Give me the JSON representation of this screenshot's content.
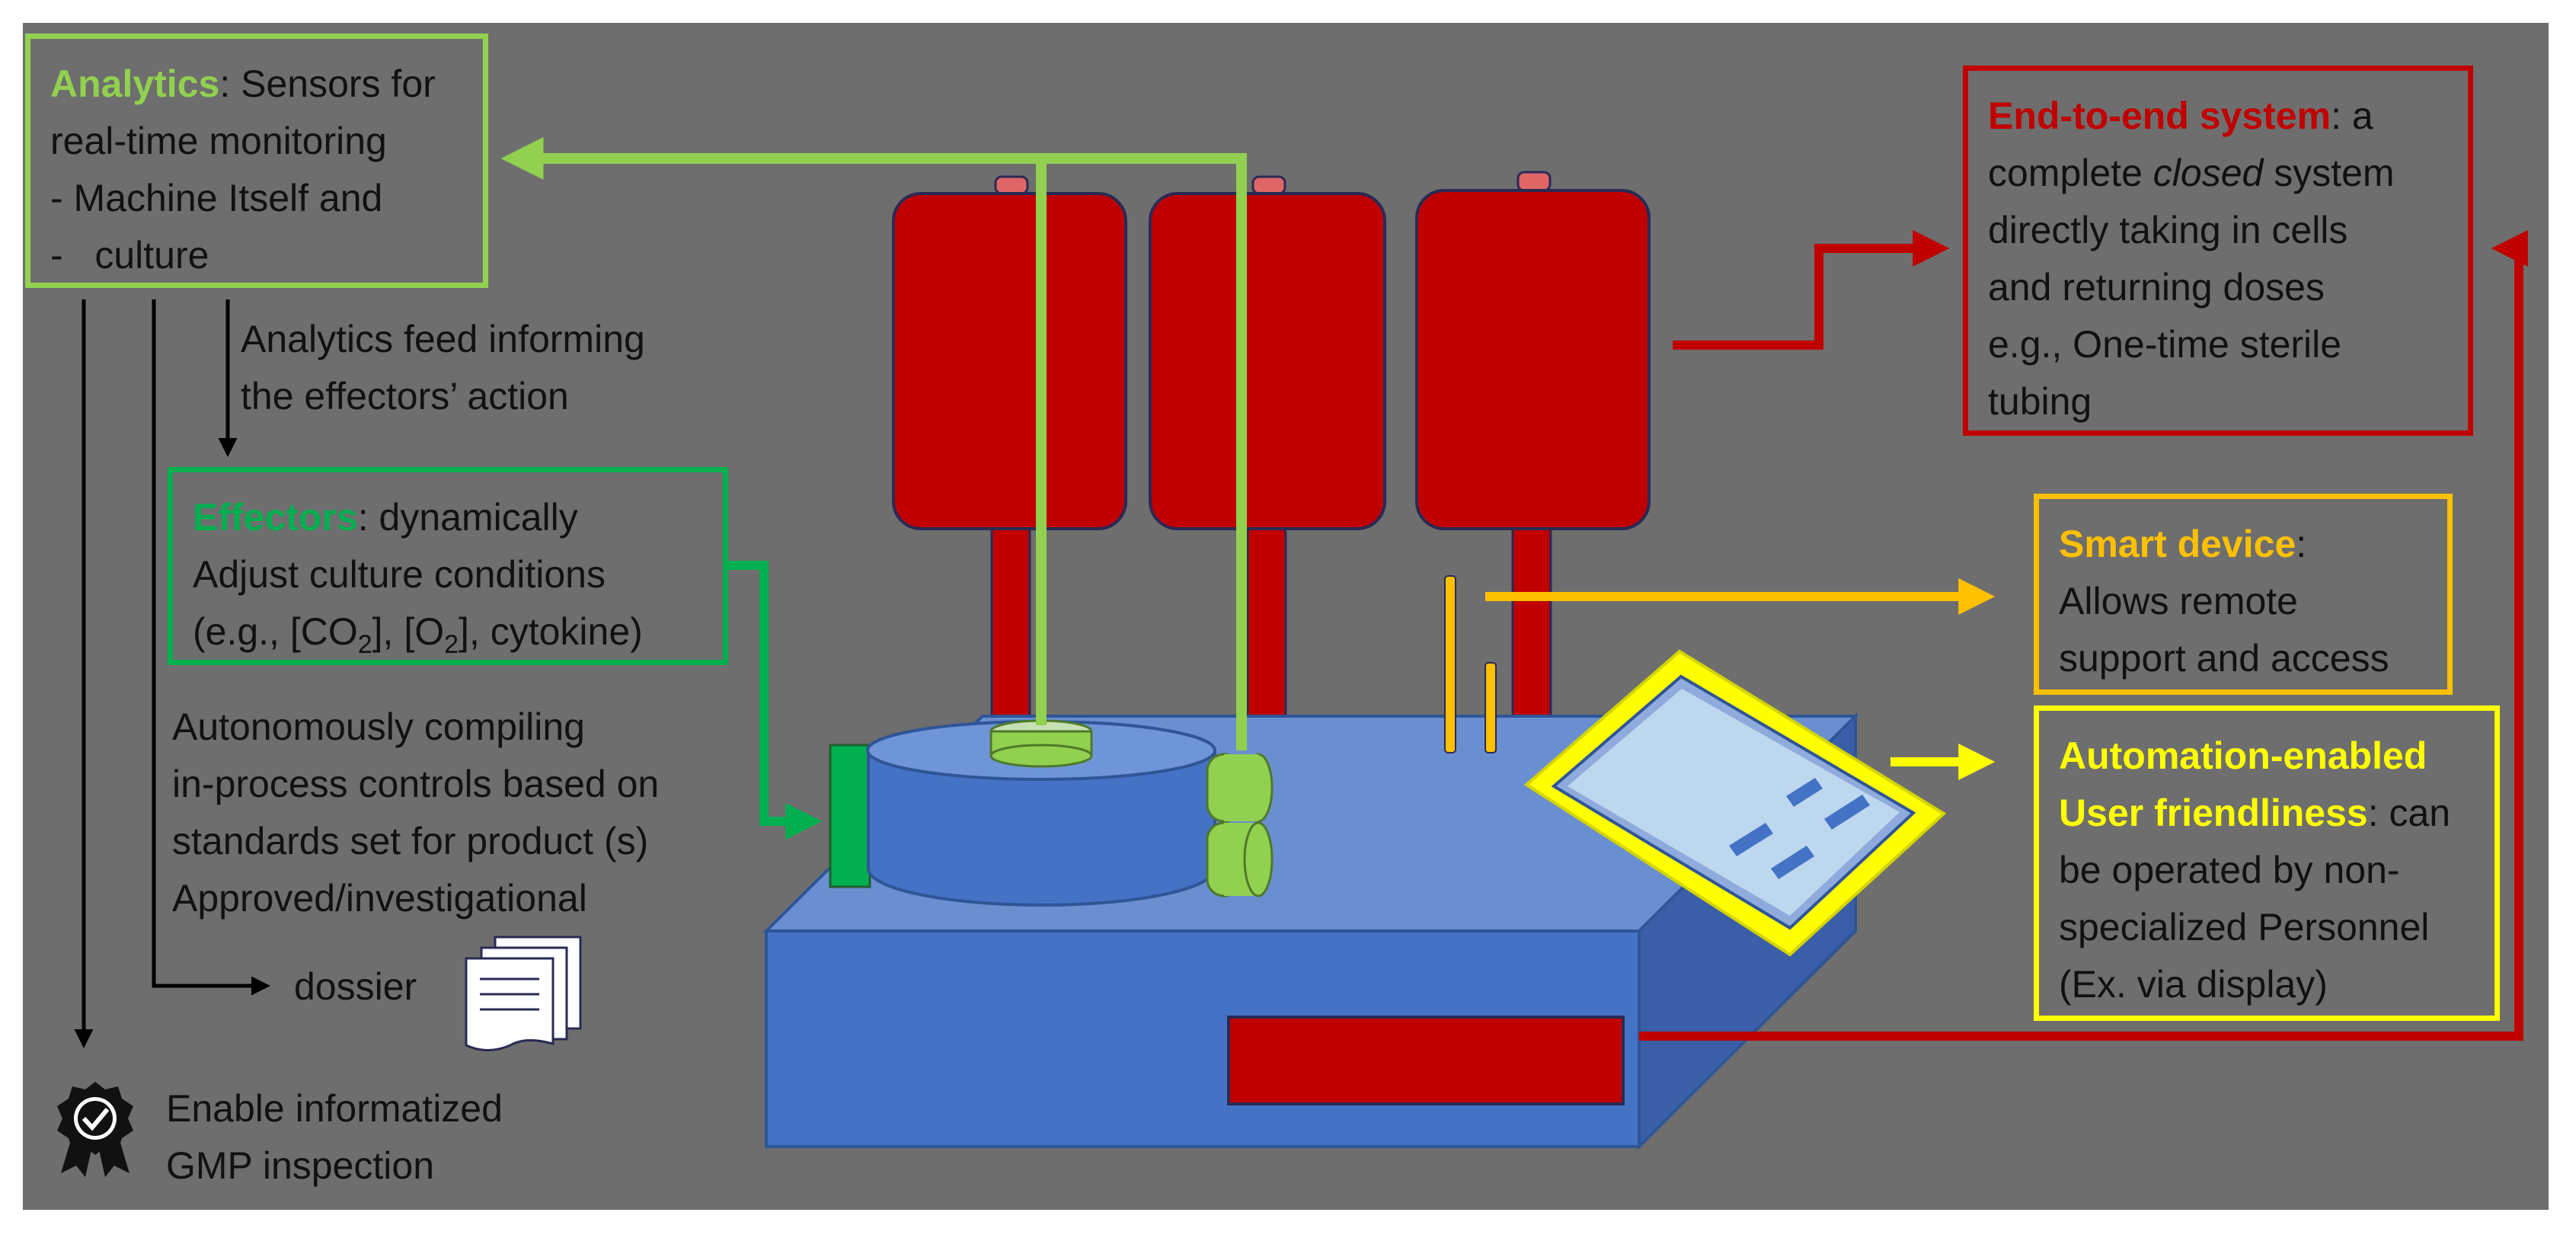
{
  "colors": {
    "background": "#6e6e6e",
    "analytics": "#92d050",
    "effectors": "#00b050",
    "end_to_end": "#c00000",
    "smart_device": "#ffc000",
    "automation": "#ffff00",
    "machine_blue": "#4472c4",
    "tank_red": "#c00000"
  },
  "analytics": {
    "title": "Analytics",
    "text": ": Sensors for",
    "lines": [
      "real-time monitoring",
      "- Machine Itself and",
      "-   culture"
    ]
  },
  "feed_note": [
    "Analytics feed informing",
    "the effectors’ action"
  ],
  "effectors": {
    "title": "Effectors",
    "text": ": dynamically",
    "line2": "Adjust culture conditions",
    "line3_a": "(e.g., [CO",
    "sub1": "2",
    "line3_b": "], [O",
    "sub2": "2",
    "line3_c": "], cytokine)"
  },
  "compiling_note": [
    "Autonomously compiling",
    "in-process controls based on",
    "standards set for product (s)",
    "Approved/investigational"
  ],
  "dossier_label": "dossier",
  "gmp_note": [
    "Enable informatized",
    "GMP inspection"
  ],
  "end_to_end": {
    "title": "End-to-end system",
    "text_a": ": a",
    "line2_a": "complete ",
    "line2_em": "closed",
    "line2_b": " system",
    "lines": [
      "directly taking in cells",
      "and returning doses",
      "e.g., One-time sterile",
      "tubing"
    ]
  },
  "smart_device": {
    "title": "Smart device",
    "text": ":",
    "lines": [
      "Allows remote",
      "support and access"
    ]
  },
  "automation": {
    "title_line1": "Automation-enabled",
    "title_line2": "User friendliness",
    "text": ": can",
    "lines": [
      "be operated by non-",
      "specialized Personnel",
      "(Ex. via display)"
    ]
  },
  "icons": [
    "document-stack-icon",
    "certificate-badge-icon"
  ]
}
